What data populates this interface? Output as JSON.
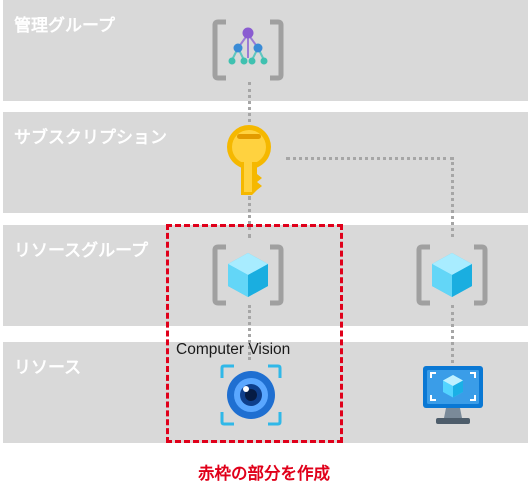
{
  "levels": [
    {
      "label": "管理グループ"
    },
    {
      "label": "サブスクリプション"
    },
    {
      "label": "リソースグループ"
    },
    {
      "label": "リソース"
    }
  ],
  "resource_caption": "Computer Vision",
  "footer_note": "赤枠の部分を作成",
  "colors": {
    "band": "#d9d9d9",
    "highlight": "#e0001a",
    "connector": "#a6a6a6"
  },
  "icons": [
    "management-group-icon",
    "subscription-key-icon",
    "resource-group-icon",
    "computer-vision-icon",
    "virtual-machine-icon"
  ]
}
